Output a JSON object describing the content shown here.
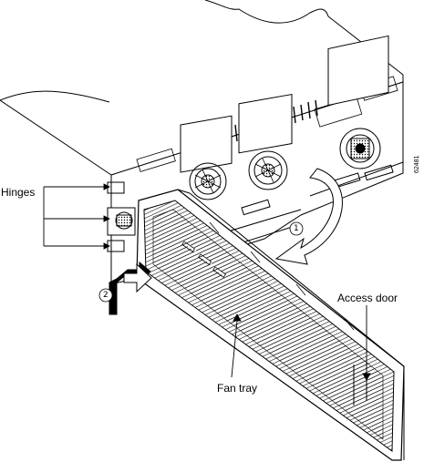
{
  "labels": {
    "hinges": "Hinges",
    "access_door": "Access door",
    "fan_tray": "Fan tray"
  },
  "steps": {
    "step1": "1",
    "step2": "2"
  },
  "figure_id": "62481"
}
